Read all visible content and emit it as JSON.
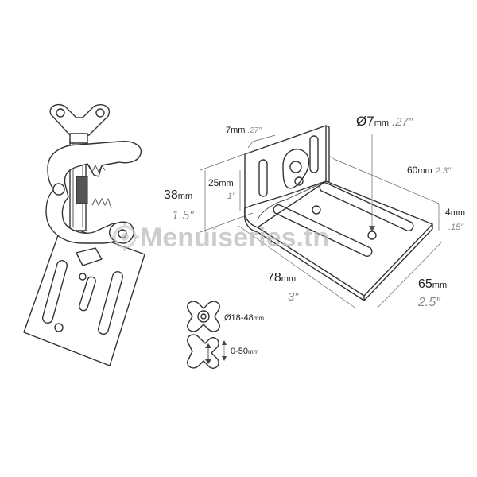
{
  "watermark": "Menuiseries.tn",
  "dimensions": {
    "hole_diameter": {
      "mm_value": "Ø7",
      "mm_unit": "mm",
      "inch": ".27″"
    },
    "slot_width": {
      "mm_value": "7",
      "mm_unit": "mm",
      "inch": ".27″"
    },
    "height_total": {
      "mm_value": "38",
      "mm_unit": "mm",
      "inch": "1.5″"
    },
    "height_slot": {
      "mm_value": "25",
      "mm_unit": "mm",
      "inch": "1″"
    },
    "base_depth": {
      "mm_value": "60",
      "mm_unit": "mm",
      "inch": "2.3″"
    },
    "thickness": {
      "mm_value": "4",
      "mm_unit": "mm",
      "inch": ".15″"
    },
    "length": {
      "mm_value": "78",
      "mm_unit": "mm",
      "inch": "3″"
    },
    "width": {
      "mm_value": "65",
      "mm_unit": "mm",
      "inch": "2.5″"
    },
    "clamp_range": {
      "value": "Ø18-48",
      "unit": "mm"
    },
    "clamp_opening": {
      "value": "0-50",
      "unit": "mm"
    }
  }
}
